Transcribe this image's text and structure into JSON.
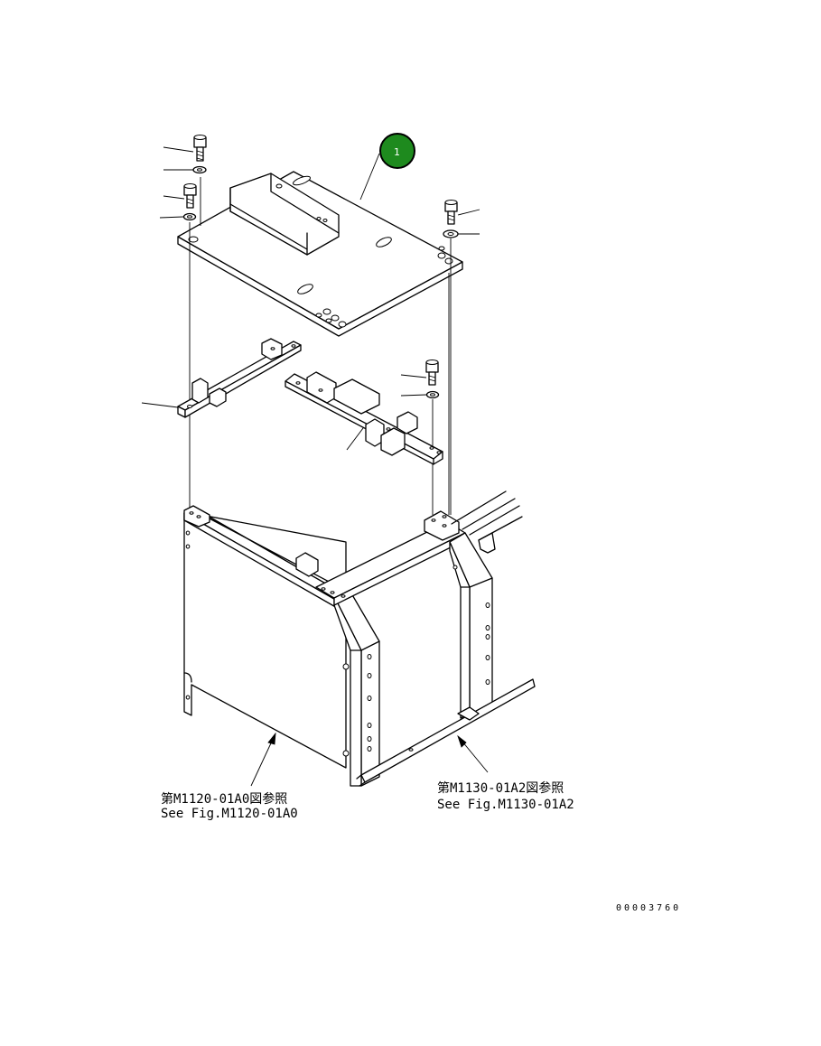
{
  "callout": {
    "number": "1",
    "color": "#1e8a1e"
  },
  "references": {
    "left": {
      "line1": "第M1120-01A0図参照",
      "line2": "See Fig.M1120-01A0"
    },
    "right": {
      "line1": "第M1130-01A2図参照",
      "line2": "See Fig.M1130-01A2"
    }
  },
  "drawing_code": "00003760"
}
